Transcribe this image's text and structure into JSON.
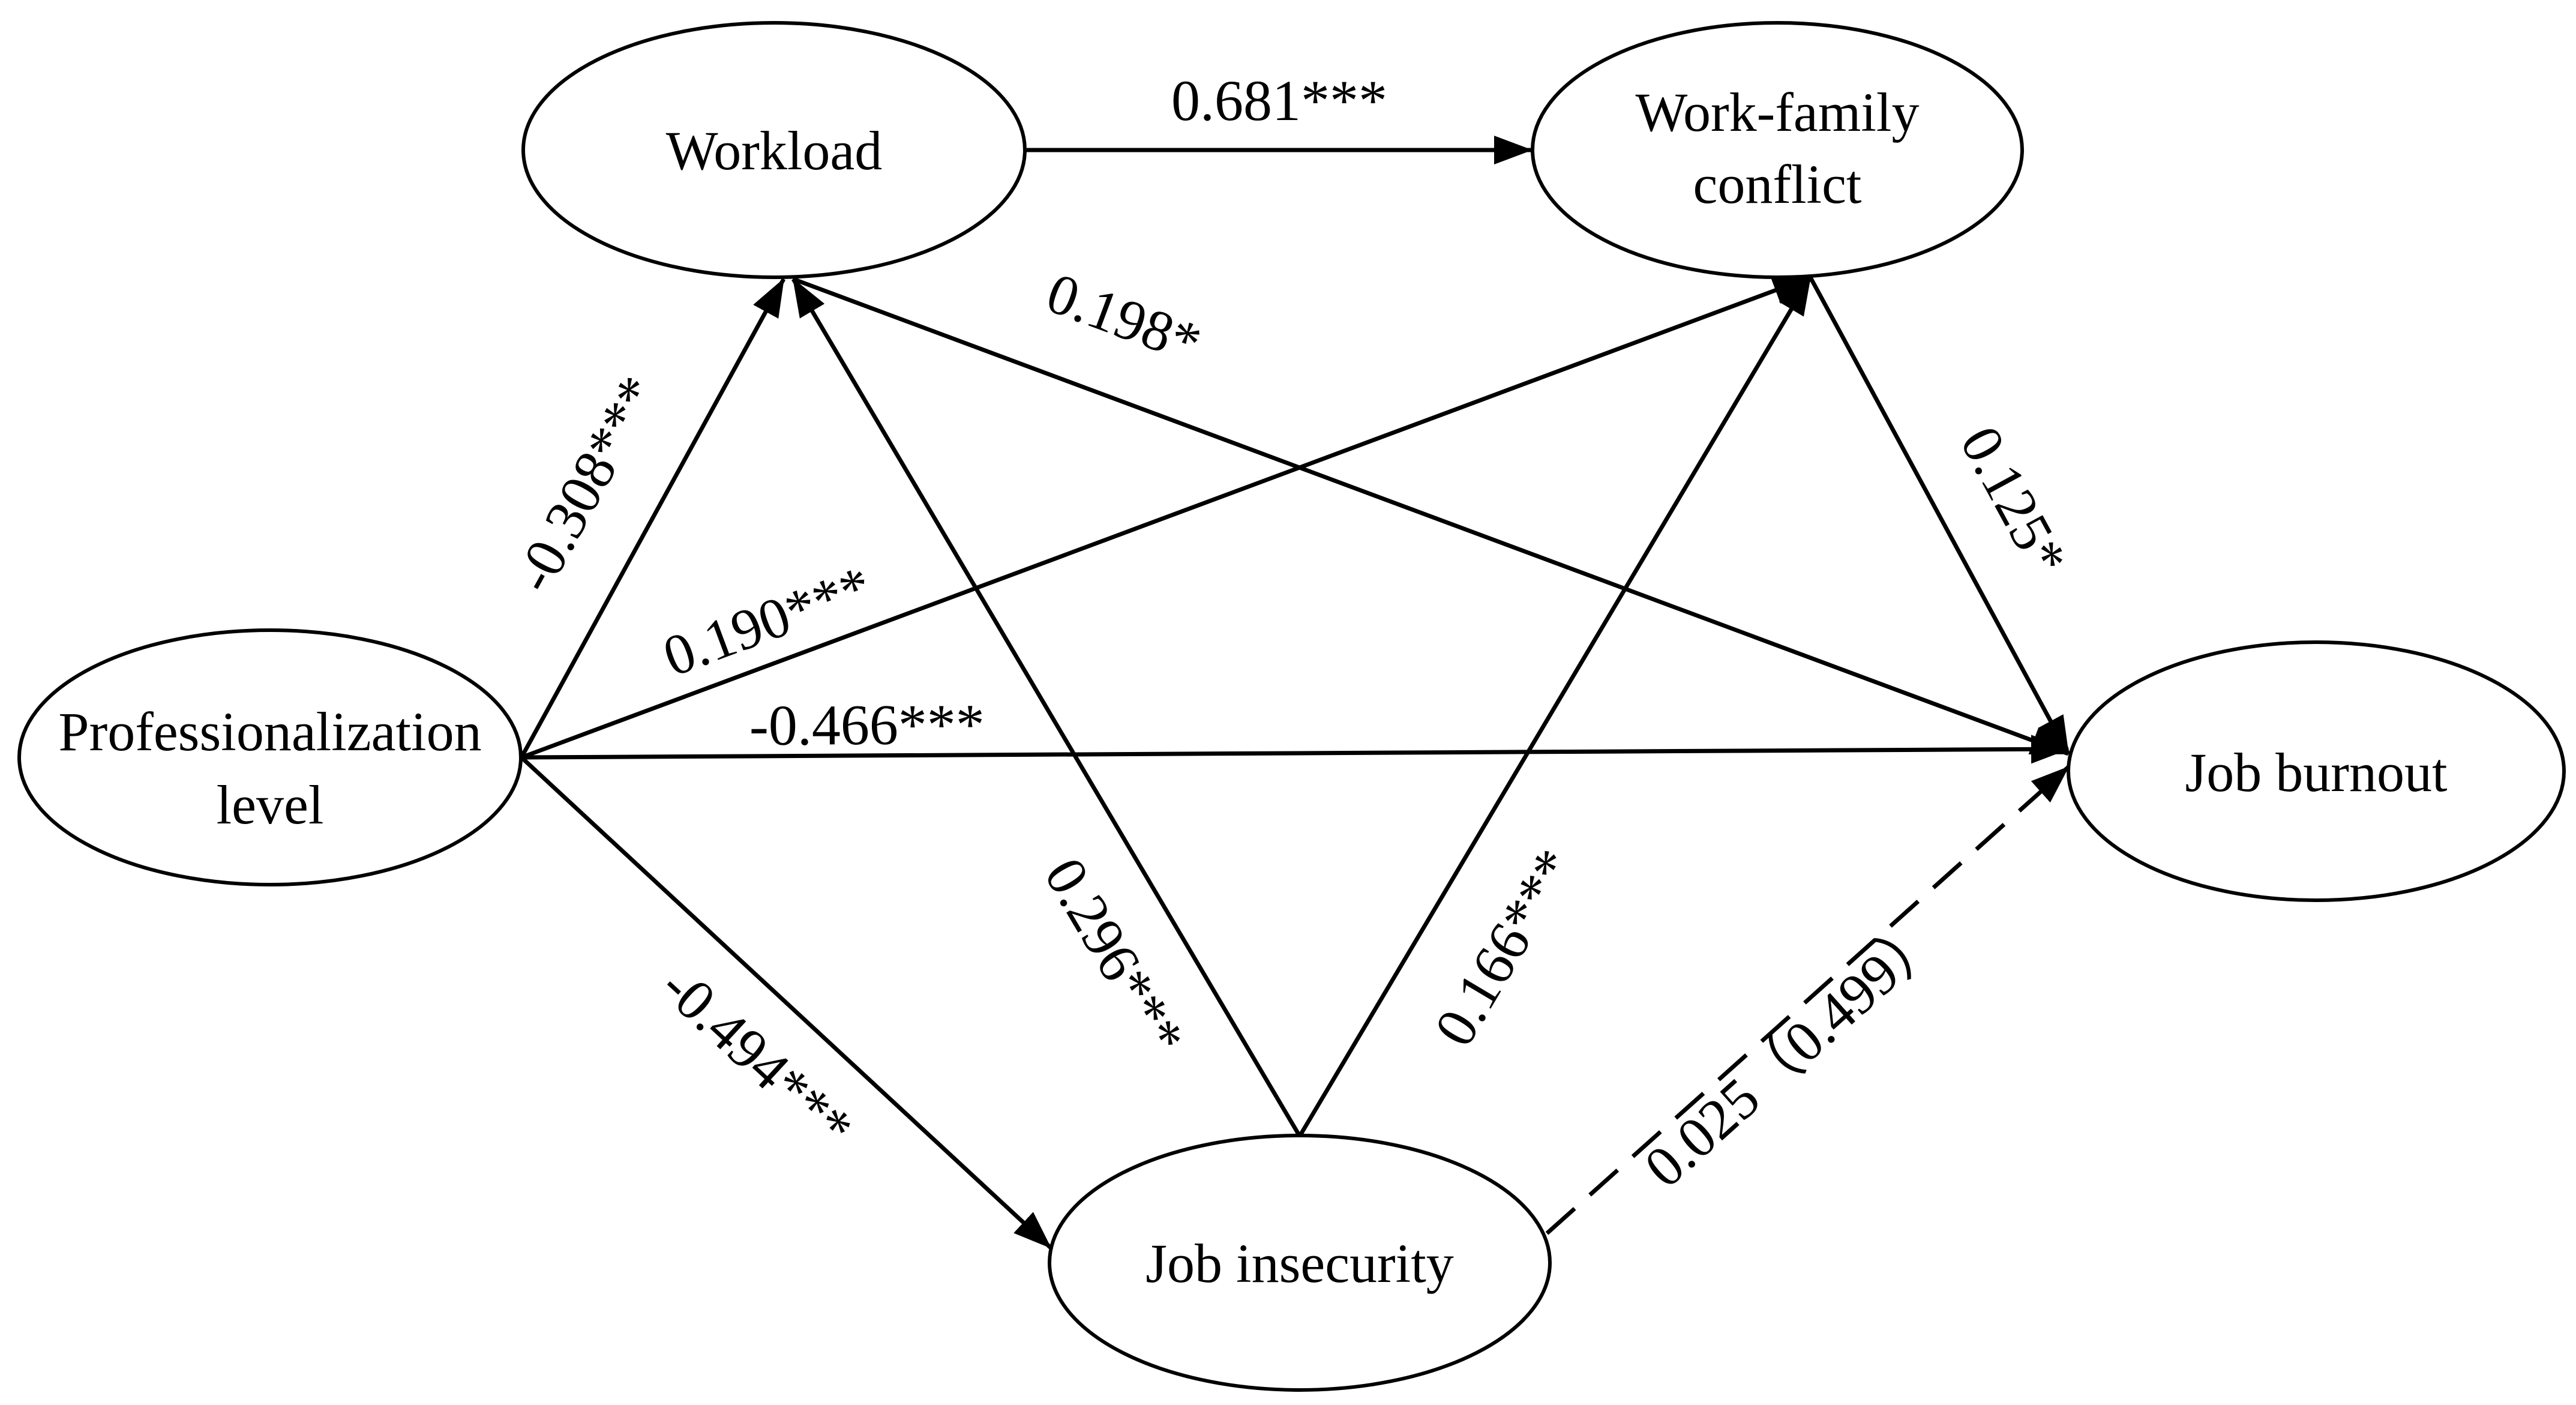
{
  "nodes": {
    "workload": {
      "lines": [
        "Workload"
      ]
    },
    "work_family_conflict": {
      "lines": [
        "Work-family",
        "conflict"
      ]
    },
    "professionalization_level": {
      "lines": [
        "Professionalization",
        "level"
      ]
    },
    "job_burnout": {
      "lines": [
        "Job burnout"
      ]
    },
    "job_insecurity": {
      "lines": [
        "Job insecurity"
      ]
    }
  },
  "edges": {
    "workload_to_wfc": {
      "from": "Workload",
      "to": "Work-family conflict",
      "label": "0.681***",
      "style": "solid"
    },
    "workload_to_burnout": {
      "from": "Workload",
      "to": "Job burnout",
      "label": "0.198*",
      "style": "solid"
    },
    "wfc_to_burnout": {
      "from": "Work-family conflict",
      "to": "Job burnout",
      "label": "0.125*",
      "style": "solid"
    },
    "prof_to_workload": {
      "from": "Professionalization level",
      "to": "Workload",
      "label": "-0.308***",
      "style": "solid"
    },
    "prof_to_wfc": {
      "from": "Professionalization level",
      "to": "Work-family conflict",
      "label": "0.190***",
      "style": "solid"
    },
    "prof_to_burnout": {
      "from": "Professionalization level",
      "to": "Job burnout",
      "label": "-0.466***",
      "style": "solid"
    },
    "prof_to_insecurity": {
      "from": "Professionalization level",
      "to": "Job insecurity",
      "label": "-0.494***",
      "style": "solid"
    },
    "insecurity_to_workload": {
      "from": "Job insecurity",
      "to": "Workload",
      "label": "0.296***",
      "style": "solid"
    },
    "insecurity_to_wfc": {
      "from": "Job insecurity",
      "to": "Work-family conflict",
      "label": "0.166***",
      "style": "solid"
    },
    "insecurity_to_burnout": {
      "from": "Job insecurity",
      "to": "Job burnout",
      "label": "0.025（0.499）",
      "style": "dashed"
    }
  },
  "colors": {
    "stroke": "#000000",
    "background": "#ffffff"
  }
}
